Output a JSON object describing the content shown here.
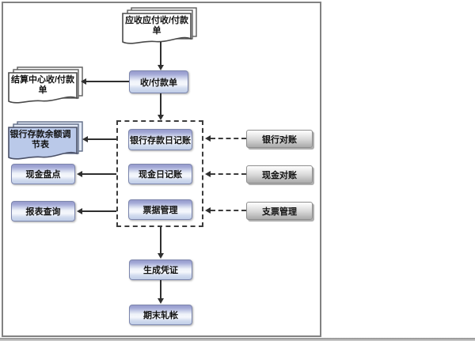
{
  "diagram": {
    "documents": {
      "receivable_payable": {
        "label": "应收应付收/付款单"
      },
      "settlement_center": {
        "label": "结算中心收/付款单"
      },
      "bank_balance_adjustment": {
        "label": "银行存款余额调节表"
      }
    },
    "nodes": {
      "receipt_payment": {
        "label": "收/付款单"
      },
      "bank_deposit_journal": {
        "label": "银行存款日记账"
      },
      "cash_journal": {
        "label": "现金日记账"
      },
      "bill_management": {
        "label": "票据管理"
      },
      "cash_count": {
        "label": "现金盘点"
      },
      "report_query": {
        "label": "报表查询"
      },
      "generate_voucher": {
        "label": "生成凭证"
      },
      "period_end_closing": {
        "label": "期末轧帐"
      }
    },
    "external_nodes": {
      "bank_reconciliation": {
        "label": "银行对账"
      },
      "cash_reconciliation": {
        "label": "现金对账"
      },
      "check_management": {
        "label": "支票管理"
      }
    },
    "colors": {
      "node_fill_top": "#9a9fd1",
      "node_fill_bottom": "#c3d0e9",
      "external_node_fill": "#cfcfcf",
      "document_blue_fill": "#bac9e9",
      "connector_line": "#2f2f2f",
      "frame_border": "#828282"
    }
  }
}
